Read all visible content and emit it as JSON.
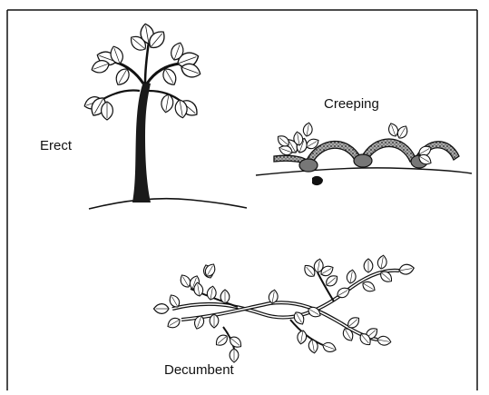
{
  "labels": {
    "erect": "Erect",
    "creeping": "Creeping",
    "decumbent": "Decumbent"
  },
  "colors": {
    "ink": "#111111",
    "stem_fill": "#1a1a1a",
    "stipple": "#777777",
    "background": "#ffffff"
  },
  "icons": {
    "erect": "erect-plant-icon",
    "creeping": "creeping-plant-icon",
    "decumbent": "decumbent-plant-icon"
  }
}
